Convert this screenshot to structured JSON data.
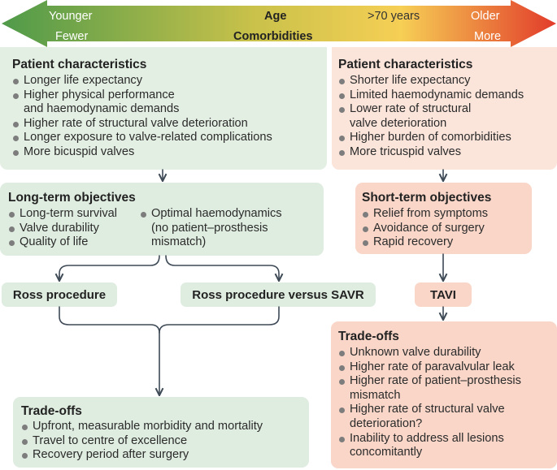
{
  "header": {
    "top_row": {
      "left": "Younger",
      "center": "Age",
      "mid_right": ">70 years",
      "right": "Older"
    },
    "bottom_row": {
      "left": "Fewer",
      "center": "Comorbidities",
      "right": "More"
    }
  },
  "young_patients": {
    "title": "Patient characteristics",
    "items": [
      "Longer life expectancy",
      "Higher physical performance\nand haemodynamic demands",
      "Higher rate of structural valve deterioration",
      "Longer exposure to valve-related complications",
      "More bicuspid valves"
    ]
  },
  "old_patients": {
    "title": "Patient characteristics",
    "items": [
      "Shorter life expectancy",
      "Limited haemodynamic demands",
      "Lower rate of structural\nvalve deterioration",
      "Higher burden of comorbidities",
      "More tricuspid valves"
    ]
  },
  "long_term": {
    "title": "Long-term objectives",
    "col1": [
      "Long-term survival",
      "Valve durability",
      "Quality of life"
    ],
    "col2": [
      "Optimal haemodynamics\n(no patient–prosthesis\nmismatch)"
    ]
  },
  "short_term": {
    "title": "Short-term objectives",
    "items": [
      "Relief from symptoms",
      "Avoidance of surgery",
      "Rapid recovery"
    ]
  },
  "ross": {
    "label": "Ross procedure"
  },
  "ross_vs_savr": {
    "label": "Ross procedure versus SAVR"
  },
  "tavi": {
    "label": "TAVI"
  },
  "tradeoffs_left": {
    "title": "Trade-offs",
    "items": [
      "Upfront, measurable morbidity and mortality",
      "Travel to centre of excellence",
      "Recovery period after surgery"
    ]
  },
  "tradeoffs_right": {
    "title": "Trade-offs",
    "items": [
      "Unknown valve durability",
      "Higher rate of paravalvular leak",
      "Higher rate of patient–prosthesis\nmismatch",
      "Higher rate of structural valve\ndeterioration?",
      "Inability to address all lesions\nconcomitantly"
    ]
  },
  "colors": {
    "green_box": "#dfece0",
    "pink_box": "#f9d6c8",
    "arrow_green": "#4f9a4a",
    "arrow_yellow": "#f6cf55",
    "arrow_red": "#e23b2a",
    "connector": "#3e4a56"
  }
}
